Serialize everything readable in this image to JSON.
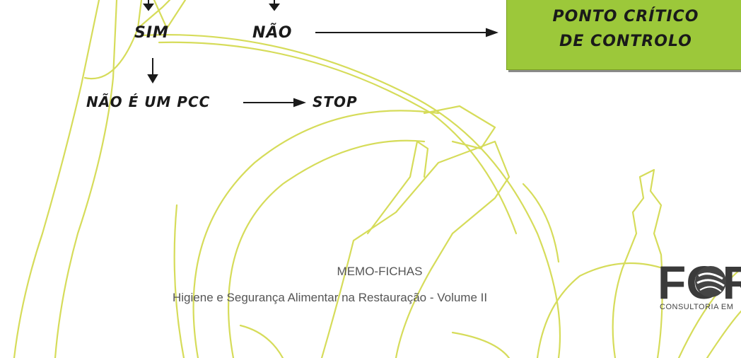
{
  "flow": {
    "sim": "SIM",
    "nao": "NÃO",
    "nao_e_pcc": "NÃO É UM PCC",
    "stop": "STOP",
    "pcc_line1": "PONTO CRÍTICO",
    "pcc_line2": "DE CONTROLO"
  },
  "footer": {
    "title": "MEMO-FICHAS",
    "subtitle": "Higiene e Segurança Alimentar na Restauração - Volume II"
  },
  "logo": {
    "letters": "FOR",
    "tagline": "CONSULTORIA EM"
  },
  "colors": {
    "watermark": "#d6dc5a",
    "pcc_box": "#9cc83a",
    "text": "#1a1a1a"
  }
}
